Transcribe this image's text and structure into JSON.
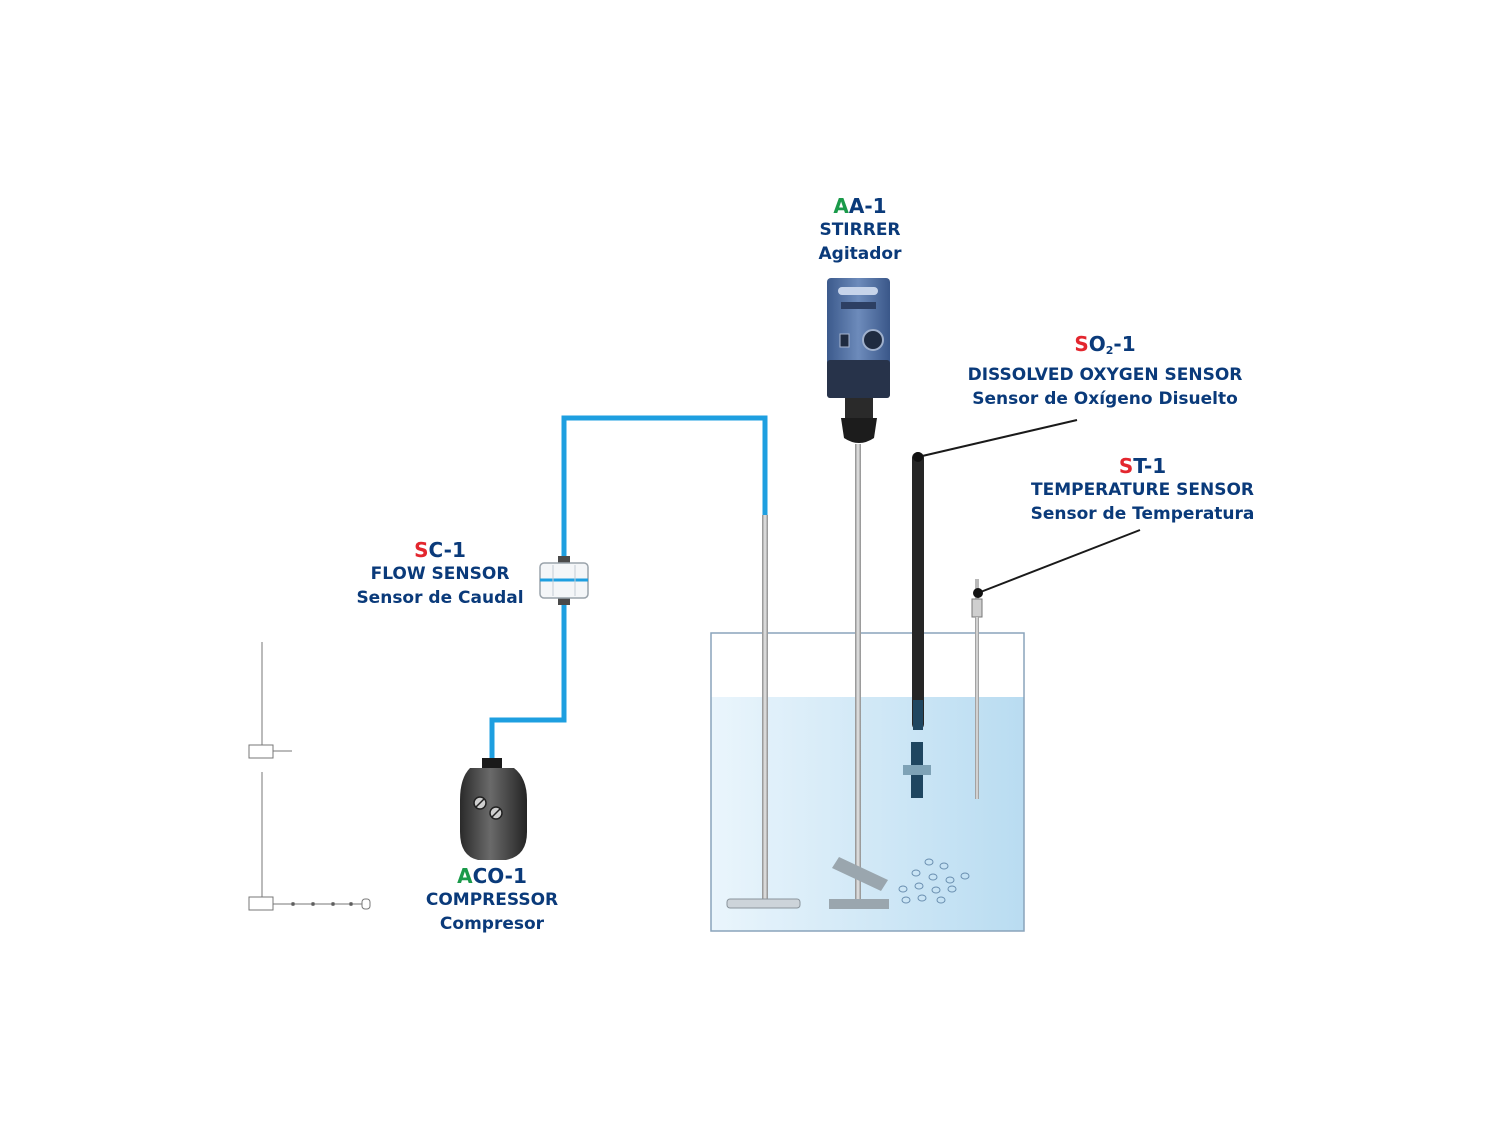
{
  "labels": {
    "stirrer": {
      "prefix": "A",
      "rest": "A-1",
      "name": "STIRRER",
      "subname": "Agitador"
    },
    "oxygen": {
      "prefix": "S",
      "rest_main": "O",
      "rest_sub": "2",
      "rest_tail": "-1",
      "name": "DISSOLVED OXYGEN SENSOR",
      "subname": "Sensor de Oxígeno Disuelto"
    },
    "temperature": {
      "prefix": "S",
      "rest": "T-1",
      "name": "TEMPERATURE SENSOR",
      "subname": "Sensor de Temperatura"
    },
    "flow": {
      "prefix": "S",
      "rest": "C-1",
      "name": "FLOW SENSOR",
      "subname": "Sensor de Caudal"
    },
    "compressor": {
      "prefix": "A",
      "rest": "CO-1",
      "name": "COMPRESSOR",
      "subname": "Compresor"
    }
  },
  "colors": {
    "label_text": "#0a3a7a",
    "prefix_actuator": "#1a9a4a",
    "prefix_sensor": "#e3262e",
    "air_tube": "#1e9fe0",
    "water": "#cfe6f5",
    "tank_edge": "#8aa4bb",
    "stirrer_body": "#4f6ea0"
  },
  "icons": [
    "stirrer-motor-icon",
    "compressor-icon",
    "flow-sensor-icon",
    "dissolved-oxygen-probe-icon",
    "temperature-probe-icon",
    "impeller-icon",
    "air-bubbles-icon"
  ]
}
